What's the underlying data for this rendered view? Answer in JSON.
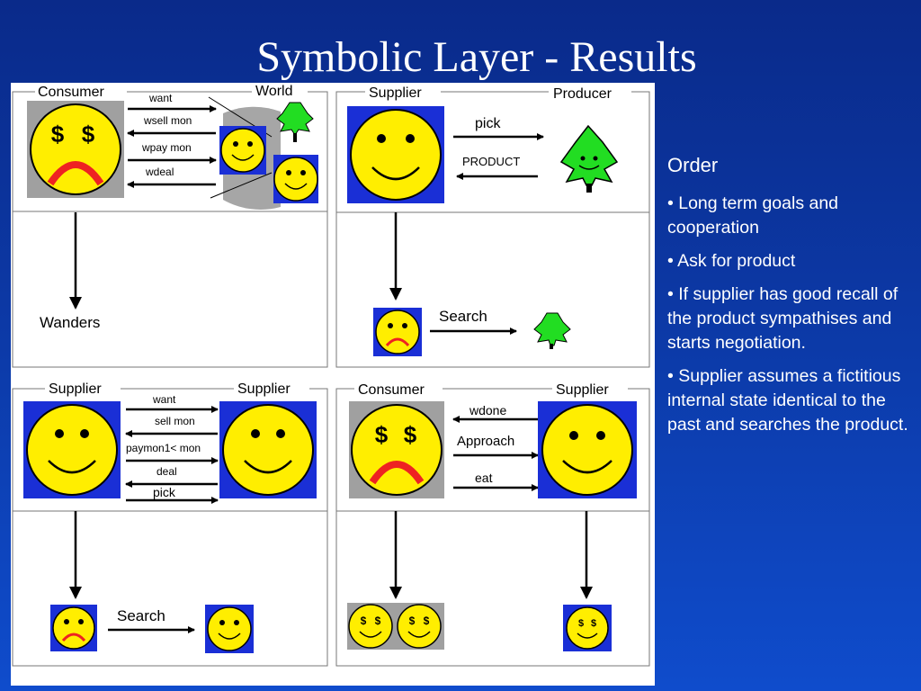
{
  "slide": {
    "title": "Symbolic Layer - Results"
  },
  "panels": {
    "p1": {
      "left_label": "Consumer",
      "right_label": "World",
      "messages": [
        "want",
        "wsell mon",
        "wpay mon",
        "wdeal"
      ],
      "result": "Wanders"
    },
    "p2": {
      "left_label": "Supplier",
      "right_label": "Producer",
      "messages": [
        "pick",
        "PRODUCT"
      ],
      "result": "Search"
    },
    "p3": {
      "left_label": "Supplier",
      "right_label": "Supplier",
      "messages": [
        "want",
        "sell mon",
        "paymon1< mon",
        "deal",
        "pick"
      ],
      "result": "Search"
    },
    "p4": {
      "left_label": "Consumer",
      "right_label": "Supplier",
      "messages": [
        "wdone",
        "Approach",
        "eat"
      ]
    }
  },
  "sidebar": {
    "heading": "Order",
    "bullets": [
      "• Long term goals and cooperation",
      "• Ask for product",
      "• If supplier has good recall of the product sympathises and starts negotiation.",
      "• Supplier assumes a fictitious internal state identical to the past and searches the product."
    ]
  },
  "colors": {
    "background": "#0c3aa8",
    "face": "#ffee00",
    "square_blue": "#1a2fd6",
    "square_gray": "#a0a0a0",
    "tree": "#22dd22",
    "frown": "#ee2222"
  }
}
